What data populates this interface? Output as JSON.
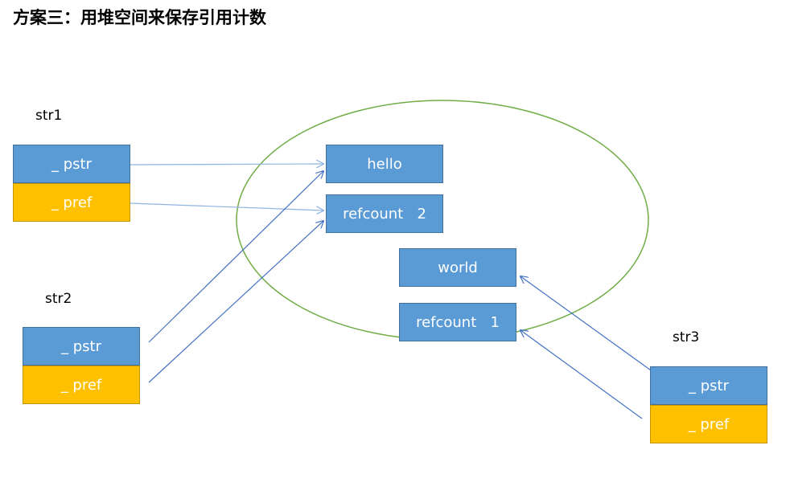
{
  "title": "方案三：用堆空间来保存引用计数",
  "colors": {
    "box_blue": "#5b9bd5",
    "box_gold": "#ffc000",
    "ellipse": "#70ad47",
    "arrow_light": "#8eb4e3",
    "arrow_dark": "#4472c4"
  },
  "objects": {
    "str1": {
      "label": "str1",
      "pstr": "_ pstr",
      "pref": "_ pref"
    },
    "str2": {
      "label": "str2",
      "pstr": "_ pstr",
      "pref": "_ pref"
    },
    "str3": {
      "label": "str3",
      "pstr": "_ pstr",
      "pref": "_ pref"
    }
  },
  "heap": {
    "hello": "hello",
    "refcount_hello": "refcount   2",
    "world": "world",
    "refcount_world": "refcount   1"
  }
}
